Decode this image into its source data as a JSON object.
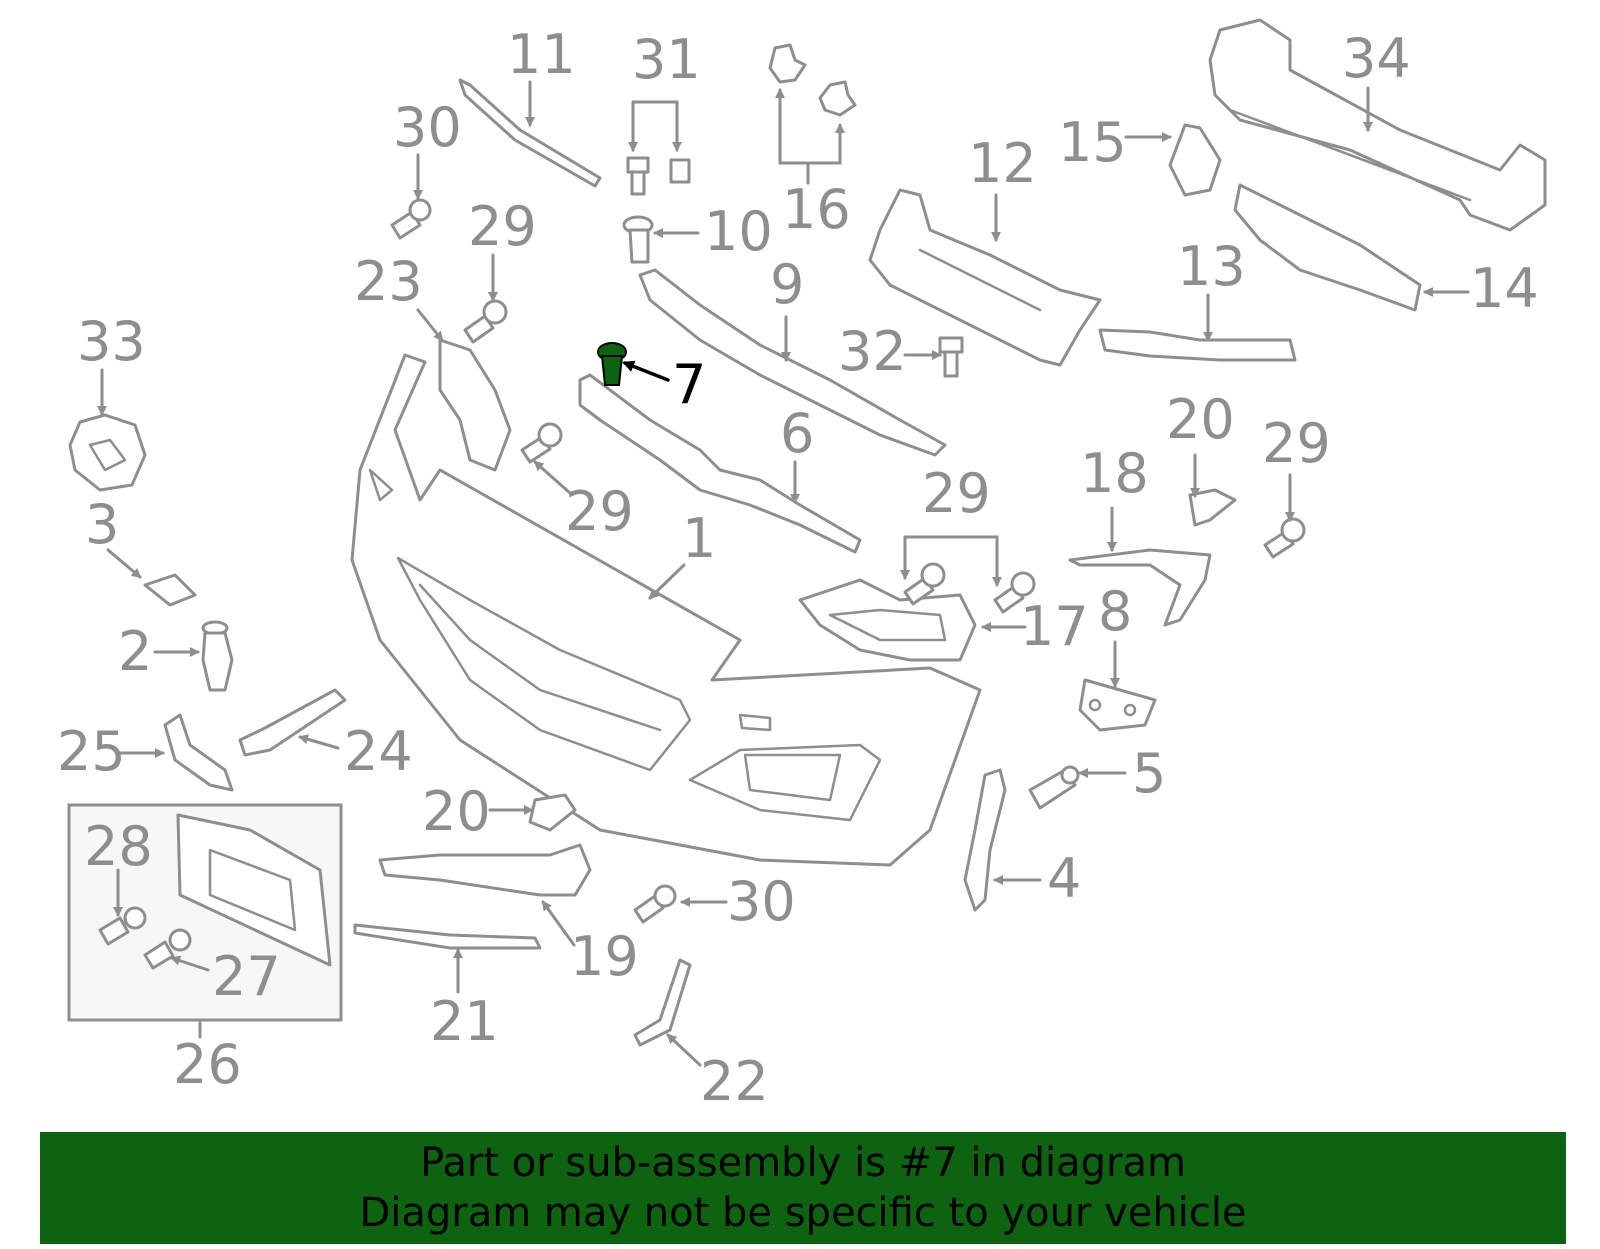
{
  "diagram": {
    "highlight_color": "#0d6310",
    "line_color": "#8e8e8e",
    "labels": {
      "p1": "1",
      "p2": "2",
      "p3": "3",
      "p4": "4",
      "p5": "5",
      "p6": "6",
      "p7": "7",
      "p8": "8",
      "p9": "9",
      "p10": "10",
      "p11": "11",
      "p12": "12",
      "p13": "13",
      "p14": "14",
      "p15": "15",
      "p16": "16",
      "p17": "17",
      "p18": "18",
      "p19": "19",
      "p20a": "20",
      "p20b": "20",
      "p21": "21",
      "p22": "22",
      "p23": "23",
      "p24": "24",
      "p25": "25",
      "p26": "26",
      "p27": "27",
      "p28": "28",
      "p29a": "29",
      "p29b": "29",
      "p29c": "29",
      "p29d": "29",
      "p30a": "30",
      "p30b": "30",
      "p31": "31",
      "p32": "32",
      "p33": "33",
      "p34": "34"
    }
  },
  "banner": {
    "line1": "Part or sub-assembly is #7 in diagram",
    "line2": "Diagram may not be specific to your vehicle"
  }
}
